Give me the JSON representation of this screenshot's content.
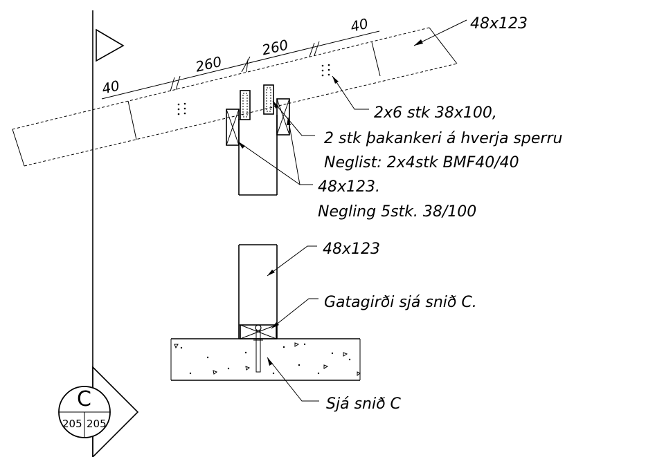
{
  "labels": {
    "member_top_right": "48x123",
    "screws": "2x6 stk 38x100,",
    "anchors": "2 stk þakankeri á hverja sperru",
    "nail_strip": "Neglist: 2x4stk BMF40/40",
    "member_mid": "48x123.",
    "nailing": "Negling 5stk. 38/100",
    "post": "48x123",
    "sill": "Gatagirði sjá snið C.",
    "see_section": "Sjá snið C"
  },
  "dimensions": [
    "40",
    "260",
    "260",
    "40"
  ],
  "section_marker": {
    "letter": "C",
    "sheet_left": "205",
    "sheet_right": "205"
  }
}
